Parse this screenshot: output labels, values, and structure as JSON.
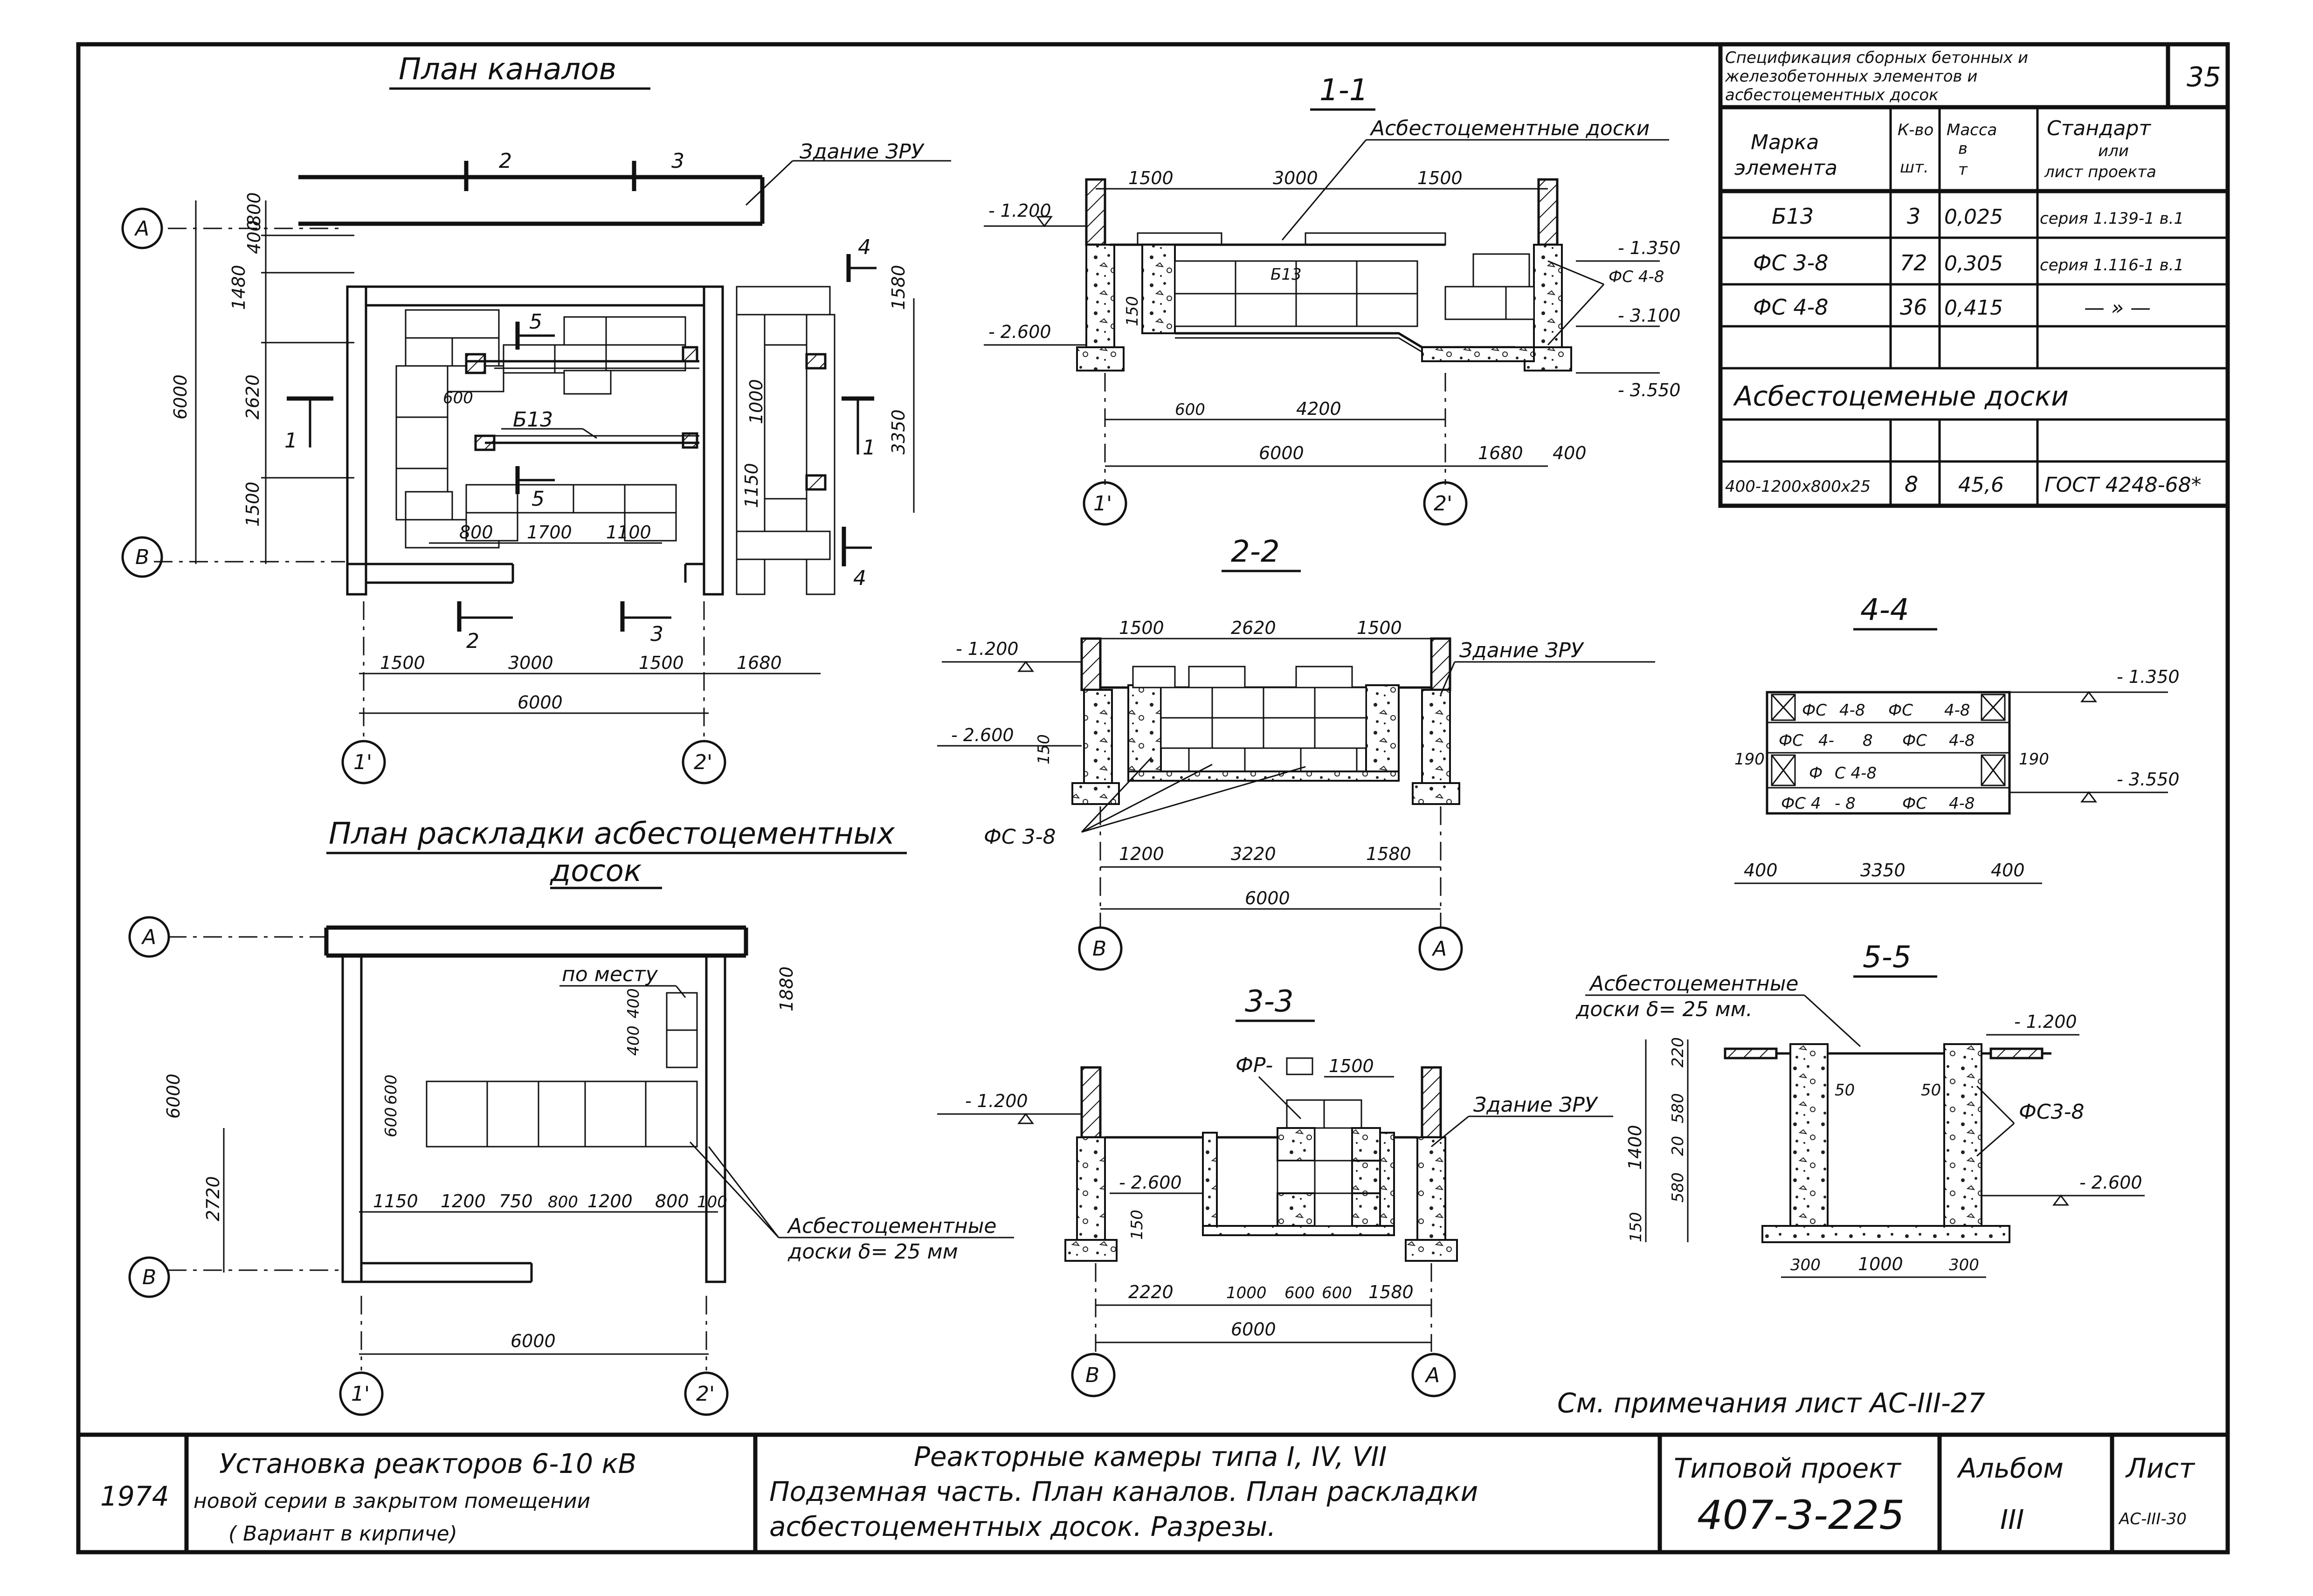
{
  "sheet_number": "35",
  "plan_channels": {
    "title": "План каналов",
    "building_label": "Здание ЗРУ",
    "element_label": "Б13",
    "axes": {
      "a": "А",
      "b": "В",
      "n1": "1'",
      "n2": "2'"
    },
    "cut_marks": {
      "c1": "1",
      "c2": "2",
      "c3": "3",
      "c4": "4",
      "c5": "5"
    },
    "dims": {
      "d800": "800",
      "d400": "400",
      "d1480": "1480",
      "d2620": "2620",
      "d1500": "1500",
      "d6000v": "6000",
      "d600": "600",
      "d1000": "1000",
      "d1150": "1150",
      "d3350": "3350",
      "d1580": "1580",
      "d800b": "800",
      "d1700": "1700",
      "d1100": "1100",
      "b1500": "1500",
      "b3000": "3000",
      "b1500r": "1500",
      "b1680": "1680",
      "b6000": "6000"
    }
  },
  "plan_boards": {
    "title_line1": "План раскладки асбестоцементных",
    "title_line2": "досок",
    "note_place": "по месту",
    "boards_label_1": "Асбестоцементные",
    "boards_label_2": "доски δ= 25 мм",
    "axes": {
      "a": "А",
      "b": "В",
      "n1": "1'",
      "n2": "2'"
    },
    "dims": {
      "v6000": "6000",
      "v2720": "2720",
      "v1880": "1880",
      "v400a": "400",
      "v400b": "400",
      "v600a": "600",
      "v600b": "600",
      "h1150": "1150",
      "h1200a": "1200",
      "h750": "750",
      "h800a": "800",
      "h1200b": "1200",
      "h800b": "800",
      "h100": "100",
      "h6000": "6000"
    }
  },
  "section_1_1": {
    "title": "1-1",
    "boards_label": "Асбестоцементные доски",
    "element_b13": "Б13",
    "element_fs": "ФС 4-8",
    "levels": {
      "l1": "- 1.200",
      "l2": "- 2.600",
      "r1": "- 1.350",
      "r2": "- 3.100",
      "r3": "- 3.550"
    },
    "dims": {
      "t1500a": "1500",
      "t3000": "3000",
      "t1500b": "1500",
      "v150": "150",
      "m600": "600",
      "m4200": "4200",
      "b6000": "6000",
      "b1680": "1680",
      "b400": "400"
    },
    "axes": {
      "n1": "1'",
      "n2": "2'"
    }
  },
  "section_2_2": {
    "title": "2-2",
    "building_label": "Здание ЗРУ",
    "element_fs": "ФС 3-8",
    "levels": {
      "l1": "- 1.200",
      "l2": "- 2.600"
    },
    "dims": {
      "t1500a": "1500",
      "t2620": "2620",
      "t1500b": "1500",
      "v150": "150",
      "m1200": "1200",
      "m3220": "3220",
      "m1580": "1580",
      "b6000": "6000"
    },
    "axes": {
      "b": "В",
      "a": "А"
    }
  },
  "section_3_3": {
    "title": "3-3",
    "building_label": "Здание ЗРУ",
    "element_fr": "ФР-",
    "levels": {
      "l1": "- 1.200",
      "l2": "- 2.600"
    },
    "dims": {
      "t1500": "1500",
      "v150": "150",
      "m2220": "2220",
      "m1000": "1000",
      "m600a": "600",
      "m600b": "600",
      "m1580": "1580",
      "b6000": "6000"
    },
    "axes": {
      "b": "В",
      "a": "А"
    }
  },
  "section_4_4": {
    "title": "4-4",
    "levels": {
      "top": "- 1.350",
      "bot": "- 3.550"
    },
    "rows": [
      [
        "ФС",
        "4-8",
        "ФС",
        "4-8"
      ],
      [
        "ФС",
        "4-",
        "8",
        "ФС",
        "4-8"
      ],
      [
        "Ф",
        "С 4-8"
      ],
      [
        "ФС 4",
        "- 8",
        "ФС",
        "4-8"
      ]
    ],
    "dims": {
      "s190a": "190",
      "s190b": "190",
      "b400a": "400",
      "b3350": "3350",
      "b400b": "400"
    }
  },
  "section_5_5": {
    "title": "5-5",
    "boards_label_1": "Асбестоцементные",
    "boards_label_2": "доски δ= 25 мм.",
    "element_fs": "ФС3-8",
    "levels": {
      "top": "- 1.200",
      "bot": "- 2.600"
    },
    "dims": {
      "v220": "220",
      "v580a": "580",
      "v20": "20",
      "v580b": "580",
      "v150": "150",
      "v1400": "1400",
      "i50a": "50",
      "i50b": "50",
      "b300a": "300",
      "b1000": "1000",
      "b300b": "300"
    }
  },
  "spec_table": {
    "title_l1": "Спецификация сборных бетонных и",
    "title_l2": "железобетонных элементов и",
    "title_l3": "асбестоцементных досок",
    "headers": {
      "mark_l1": "Марка",
      "mark_l2": "элемента",
      "qty_l1": "К-во",
      "qty_l2": "шт.",
      "mass_l1": "Масса",
      "mass_l2": "в",
      "mass_l3": "т",
      "std_l1": "Стандарт",
      "std_l2": "или",
      "std_l3": "лист проекта"
    },
    "rows": [
      {
        "mark": "Б13",
        "qty": "3",
        "mass": "0,025",
        "std": "серия 1.139-1 в.1"
      },
      {
        "mark": "ФС 3-8",
        "qty": "72",
        "mass": "0,305",
        "std": "серия 1.116-1 в.1"
      },
      {
        "mark": "ФС 4-8",
        "qty": "36",
        "mass": "0,415",
        "std": "— » —"
      }
    ],
    "group_label": "Асбестоцеменые доски",
    "board_row": {
      "mark": "400-1200х800х25",
      "qty": "8",
      "mass": "45,6",
      "std": "ГОСТ 4248-68*"
    }
  },
  "note": "См. примечания лист АС-III-27",
  "title_block": {
    "year": "1974",
    "desc_l1": "Установка реакторов 6-10 кВ",
    "desc_l2": "новой серии в закрытом помещении",
    "desc_l3": "( Вариант в кирпиче)",
    "main_l1": "Реакторные камеры типа I, IV, VII",
    "main_l2": "Подземная часть. План каналов. План раскладки",
    "main_l3": "асбестоцементных досок. Разрезы.",
    "project_label": "Типовой проект",
    "project_number": "407-3-225",
    "album_label": "Альбом",
    "album_number": "III",
    "sheet_label": "Лист",
    "sheet_code": "АС-III-30"
  }
}
